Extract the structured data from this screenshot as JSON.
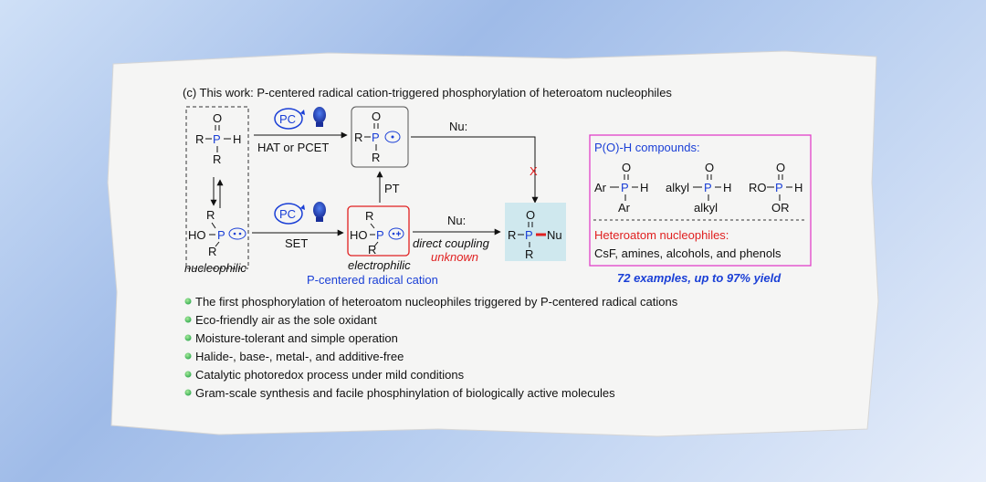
{
  "heading": "(c) This work: P-centered radical cation-triggered phosphorylation of heteroatom nucleophiles",
  "scheme": {
    "hat_condition": "HAT or PCET",
    "set_condition": "SET",
    "pc_label": "PC",
    "pt_label": "PT",
    "nu_top": "Nu:",
    "nu_bottom": "Nu:",
    "direct_coupling": "direct coupling",
    "unknown": "unknown",
    "nucleophilic": "nucleophilic",
    "electrophilic": "electrophilic",
    "radical_cation": "P-centered radical cation",
    "atoms": {
      "O": "O",
      "P": "P",
      "R": "R",
      "H": "H",
      "HO": "HO",
      "Nu": "Nu"
    },
    "cross_mark": "X"
  },
  "scope_box": {
    "title": "P(O)-H compounds:",
    "c1_left": "Ar",
    "c1_bottom": "Ar",
    "c2_left": "alkyl",
    "c2_bottom": "alkyl",
    "c3_left": "RO",
    "c3_bottom": "OR",
    "nucleophiles_title": "Heteroatom nucleophiles:",
    "nucleophiles": "CsF, amines, alcohols, and phenols"
  },
  "examples": "72 examples, up to 97% yield",
  "bullets": [
    "The first phosphorylation of heteroatom nucleophiles triggered by P-centered radical cations",
    "Eco-friendly air as the sole oxidant",
    "Moisture-tolerant and simple operation",
    "Halide-, base-, metal-, and additive-free",
    "Catalytic photoredox process under mild conditions",
    "Gram-scale synthesis and facile phosphinylation of biologically active molecules"
  ],
  "colors": {
    "blue": "#1a3fd6",
    "red": "#e02020",
    "magenta": "#e040c8",
    "bullet_green": "#2fa84f",
    "product_fill": "#cfe8ee"
  }
}
